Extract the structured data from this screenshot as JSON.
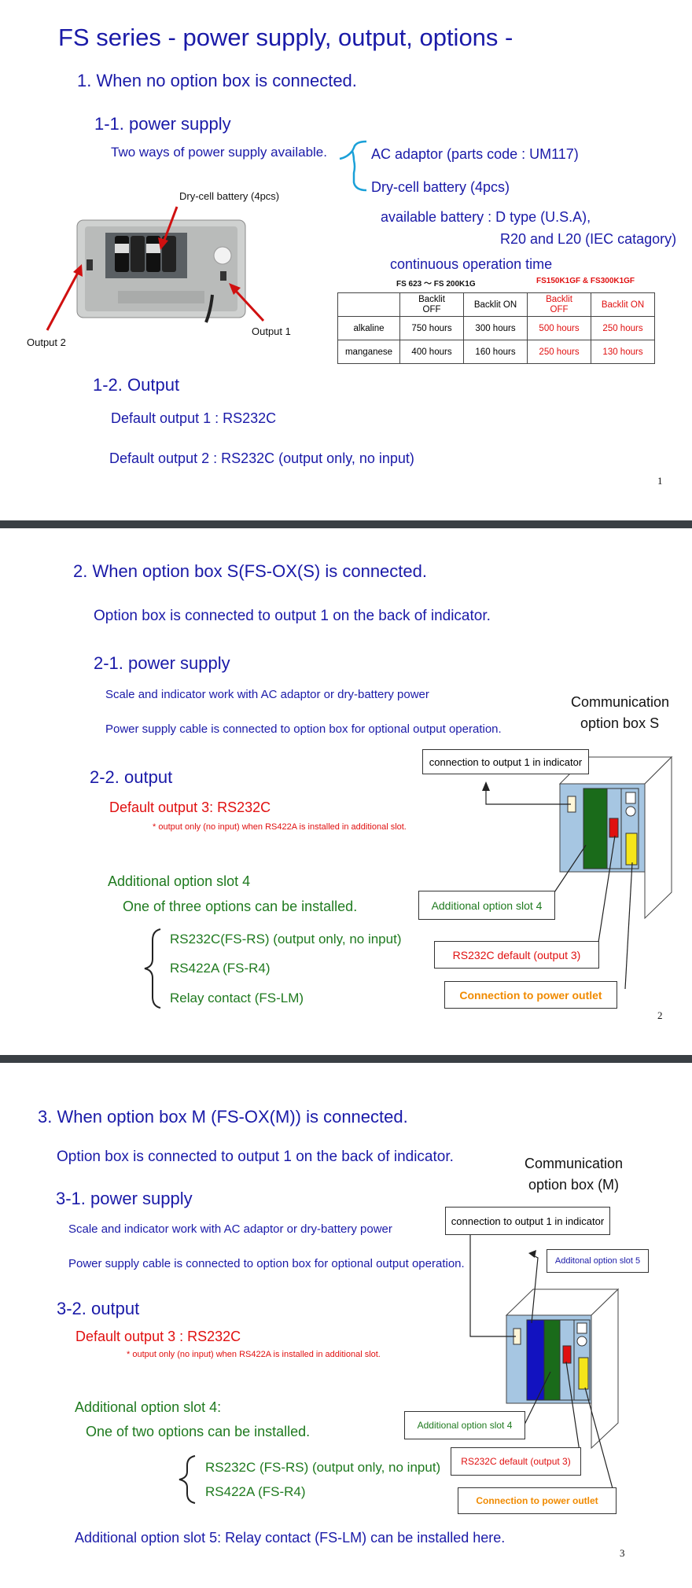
{
  "slide1": {
    "title": "FS series - power supply, output, options -",
    "section1": "1.  When no option box is connected.",
    "sub11": "1-1.  power supply",
    "two_ways": "Two ways of power supply available.",
    "option_ac": "AC adaptor (parts code : UM117)",
    "option_battery": "Dry-cell battery (4pcs)",
    "photo_label_battery": "Dry-cell battery (4pcs)",
    "photo_label_out1": "Output 1",
    "photo_label_out2": "Output 2",
    "available_battery_1": "available battery : D type (U.S.A),",
    "available_battery_2": "R20 and L20 (IEC catagory)",
    "continuous": "continuous operation time",
    "table_group_1": "FS 623 ～ FS 200K1G",
    "table_group_2": "FS150K1GF & FS300K1GF",
    "table_headers": [
      "",
      "Backlit\nOFF",
      "Backlit ON",
      "Backlit\nOFF",
      "Backlit ON"
    ],
    "table_rows": [
      [
        "alkaline",
        "750 hours",
        "300 hours",
        "500 hours",
        "250 hours"
      ],
      [
        "manganese",
        "400 hours",
        "160 hours",
        "250 hours",
        "130 hours"
      ]
    ],
    "sub12": "1-2.  Output",
    "default_out1": "Default output 1 : RS232C",
    "default_out2": "Default output 2 : RS232C (output only, no input)",
    "page": "1"
  },
  "slide2": {
    "section": "2.  When option box S(FS-OX(S) is connected.",
    "connected_text": "Option box is connected to output 1 on the back of indicator.",
    "sub21": "2-1.  power supply",
    "power_line1": "Scale and indicator work with AC adaptor or dry-battery power",
    "power_line2": "Power supply cable is connected to option box for optional output operation.",
    "box_title_1": "Communication",
    "box_title_2": "option box S",
    "sub22": "2-2.  output",
    "default_out3": "Default output 3: RS232C",
    "note": "* output only (no input) when RS422A is installed in additional slot.",
    "slot4_heading": "Additional option slot 4",
    "slot4_desc": "One of three options can be installed.",
    "options": [
      "RS232C(FS-RS) (output only, no input)",
      "RS422A (FS-R4)",
      "Relay contact (FS-LM)"
    ],
    "callout_conn": "connection to output 1 in indicator",
    "callout_slot4": "Additional option slot 4",
    "callout_rs232": "RS232C default (output 3)",
    "callout_power": "Connection to power outlet",
    "page": "2"
  },
  "slide3": {
    "section": "3.  When option box M (FS-OX(M)) is connected.",
    "connected_text": "Option box is connected to output 1 on the back of indicator.",
    "box_title_1": "Communication",
    "box_title_2": "option box (M)",
    "sub31": "3-1.  power supply",
    "power_line1": "Scale and indicator work with AC adaptor or dry-battery power",
    "power_line2": "Power supply cable is connected to option box for optional output operation.",
    "sub32": "3-2.  output",
    "default_out3": "Default output 3 : RS232C",
    "note": "* output only (no input) when RS422A is installed in additional slot.",
    "slot4_heading": "Additional option slot 4:",
    "slot4_desc": "One of two options can be installed.",
    "options": [
      "RS232C (FS-RS) (output only, no input)",
      "RS422A (FS-R4)"
    ],
    "slot5": "Additional option slot 5:  Relay contact (FS-LM) can be installed here.",
    "callout_conn": "connection to output 1 in indicator",
    "callout_slot5": "Additonal option slot 5",
    "callout_slot4": "Additional option slot 4",
    "callout_rs232": "RS232C default (output 3)",
    "callout_power": "Connection to power outlet",
    "page": "3"
  },
  "colors": {
    "blue_text": "#1a1aa8",
    "red_text": "#e01010",
    "green_text": "#1f7a1f",
    "cyan_brace": "#1aa0d8",
    "separator": "#3a3f44"
  }
}
